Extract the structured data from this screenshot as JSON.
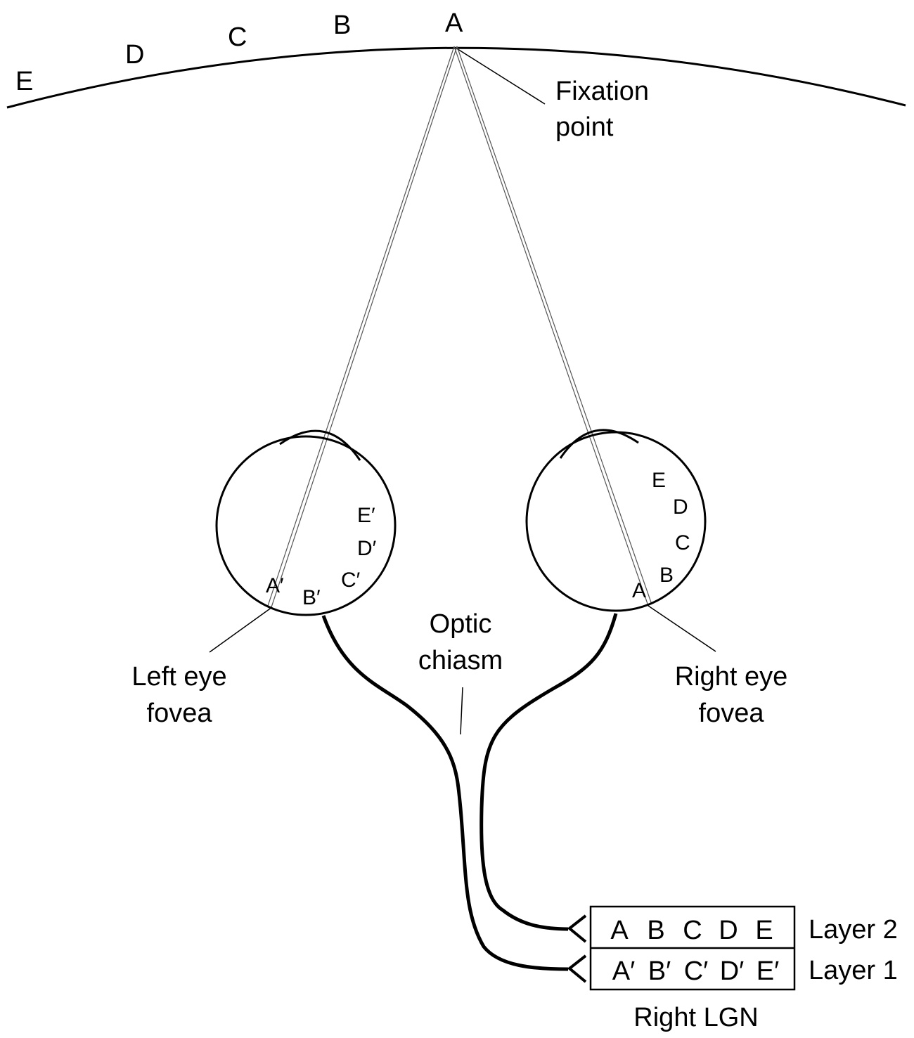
{
  "horopter_points": [
    "E",
    "D",
    "C",
    "B",
    "A"
  ],
  "fixation": {
    "line1": "Fixation",
    "line2": "point"
  },
  "left_eye": {
    "points": [
      "A′",
      "B′",
      "C′",
      "D′",
      "E′"
    ],
    "label_line1": "Left eye",
    "label_line2": "fovea"
  },
  "right_eye": {
    "points": [
      "A",
      "B",
      "C",
      "D",
      "E"
    ],
    "label_line1": "Right eye",
    "label_line2": "fovea"
  },
  "chiasm": {
    "line1": "Optic",
    "line2": "chiasm"
  },
  "lgn": {
    "title": "Right LGN",
    "layer2": {
      "label": "Layer 2",
      "cells": [
        "A",
        "B",
        "C",
        "D",
        "E"
      ]
    },
    "layer1": {
      "label": "Layer 1",
      "cells": [
        "A′",
        "B′",
        "C′",
        "D′",
        "E′"
      ]
    }
  }
}
